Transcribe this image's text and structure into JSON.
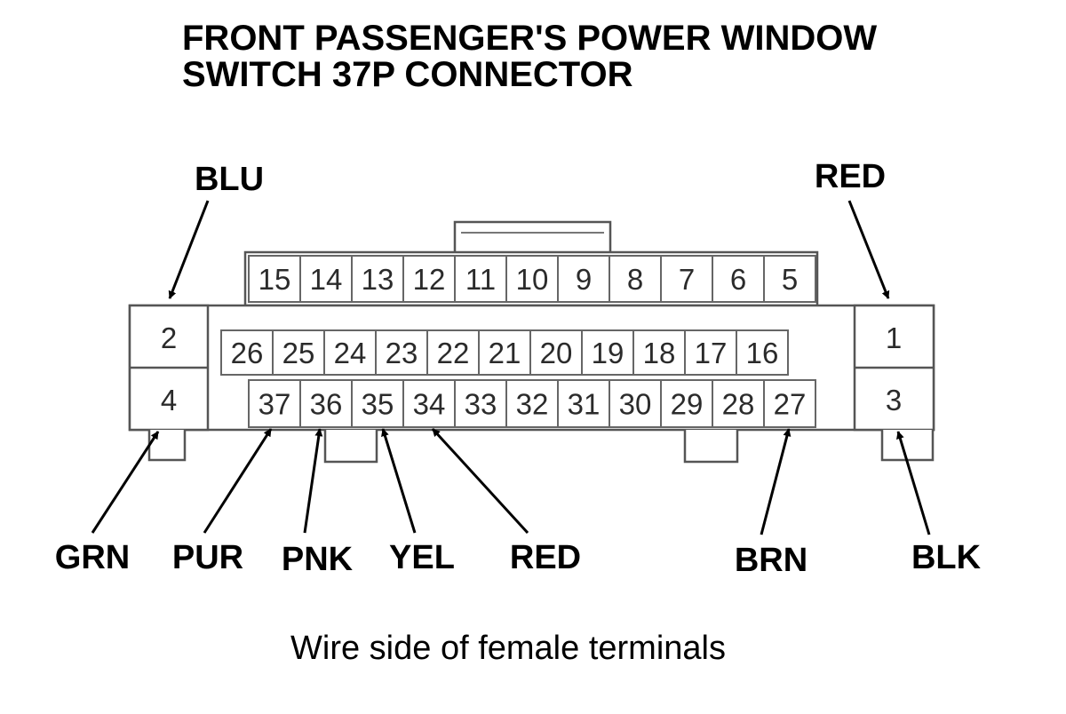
{
  "title": {
    "line1": "FRONT PASSENGER'S POWER WINDOW",
    "line2": "SWITCH 37P CONNECTOR"
  },
  "caption": "Wire side of female terminals",
  "pins": {
    "top_row": [
      "15",
      "14",
      "13",
      "12",
      "11",
      "10",
      "9",
      "8",
      "7",
      "6",
      "5"
    ],
    "middle_row": [
      "26",
      "25",
      "24",
      "23",
      "22",
      "21",
      "20",
      "19",
      "18",
      "17",
      "16"
    ],
    "bottom_row": [
      "37",
      "36",
      "35",
      "34",
      "33",
      "32",
      "31",
      "30",
      "29",
      "28",
      "27"
    ],
    "left_block": [
      "2",
      "4"
    ],
    "right_block": [
      "1",
      "3"
    ]
  },
  "wires": [
    {
      "label": "BLU",
      "pin": "2"
    },
    {
      "label": "RED",
      "pin": "1"
    },
    {
      "label": "GRN",
      "pin": "4"
    },
    {
      "label": "PUR",
      "pin": "37"
    },
    {
      "label": "PNK",
      "pin": "36"
    },
    {
      "label": "YEL",
      "pin": "35"
    },
    {
      "label": "RED",
      "pin": "34"
    },
    {
      "label": "BRN",
      "pin": "27"
    },
    {
      "label": "BLK",
      "pin": "3"
    }
  ]
}
